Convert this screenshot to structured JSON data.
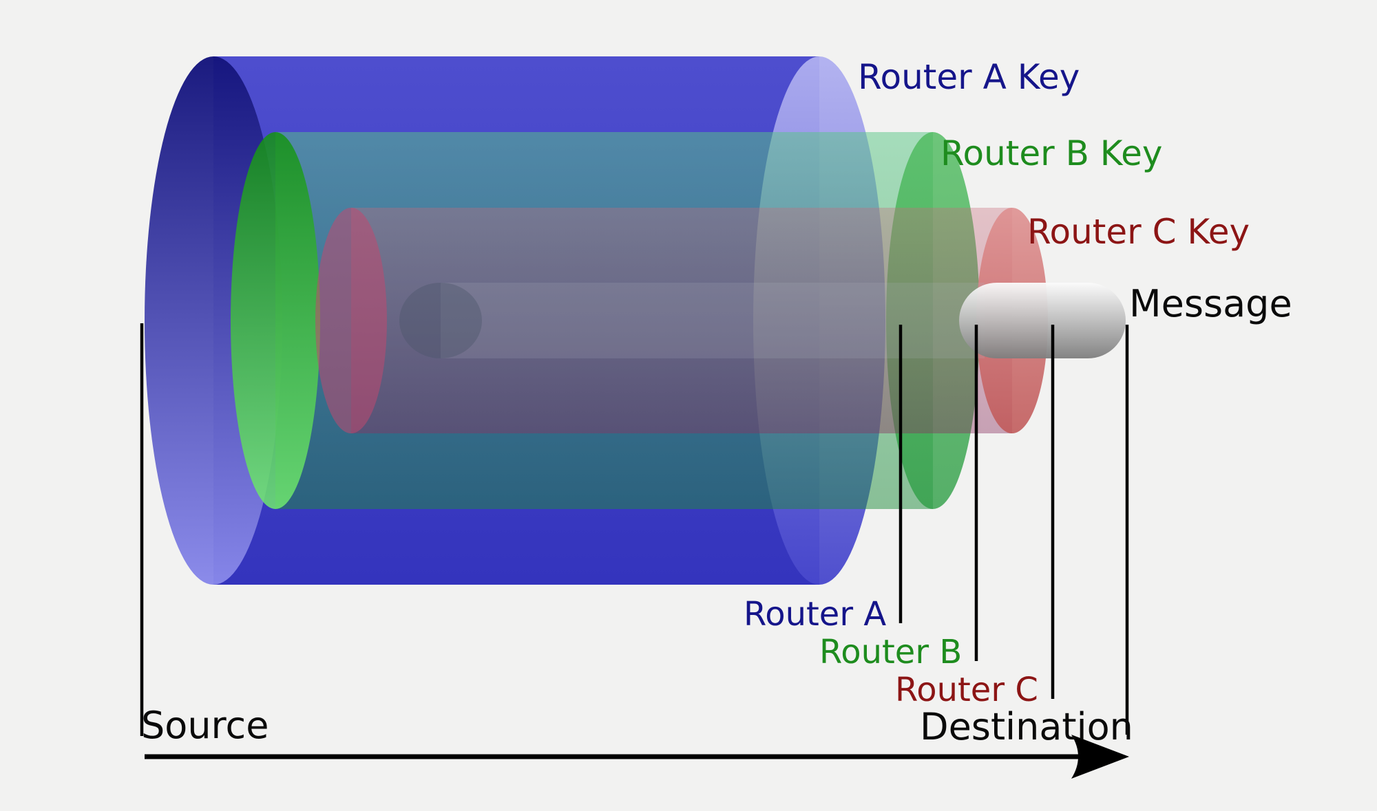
{
  "background": "#f2f2f1",
  "line_color": "#000000",
  "labels": {
    "router_a_key": {
      "text": "Router A Key",
      "color": "#15158a"
    },
    "router_b_key": {
      "text": "Router B Key",
      "color": "#1e8c1e"
    },
    "router_c_key": {
      "text": "Router C Key",
      "color": "#8c1515"
    },
    "message": {
      "text": "Message",
      "color": "#0a0a0a"
    },
    "router_a": {
      "text": "Router A",
      "color": "#15158a"
    },
    "router_b": {
      "text": "Router B",
      "color": "#1e8c1e"
    },
    "router_c": {
      "text": "Router C",
      "color": "#8c1515"
    },
    "source": {
      "text": "Source",
      "color": "#0a0a0a"
    },
    "destination": {
      "text": "Destination",
      "color": "#0a0a0a"
    }
  },
  "layers": {
    "router_a": {
      "name": "Router A Key layer",
      "body_top": "#4e4ece",
      "body_bottom": "#3434bd",
      "cap_left_top": "#14147c",
      "cap_left_bottom": "#8888ea",
      "cap_right_top": "#b0b0f0",
      "cap_right_bottom": "#4747cc"
    },
    "router_b": {
      "name": "Router B Key layer",
      "body_top": "#58c785",
      "body_bottom": "#1f8c3c",
      "cap_left_top": "#149114",
      "cap_left_bottom": "#70e870",
      "cap_right_top": "#4cba5c",
      "cap_right_bottom": "#2f9e46"
    },
    "router_c": {
      "name": "Router C Key layer",
      "body_top": "#c86a7a",
      "body_bottom": "#8a3060",
      "cap_left": "#c04870",
      "cap_right_top": "#de8f8f",
      "cap_right_bottom": "#c05858"
    },
    "message": {
      "name": "Message capsule",
      "capsule_top": "#fbfbfb",
      "capsule_bottom": "#7e7e7e",
      "band": "#b0b6c2",
      "cap_left": "#4a5668"
    }
  }
}
